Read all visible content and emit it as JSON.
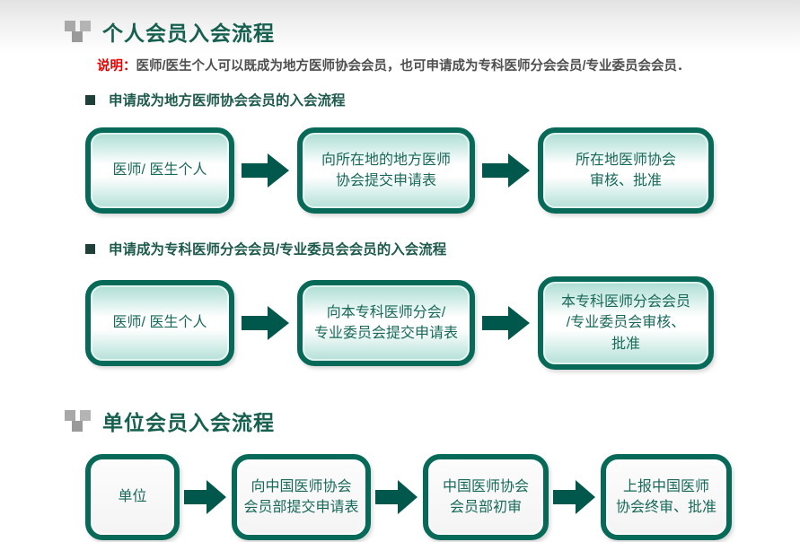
{
  "colors": {
    "title_green": "#16604F",
    "box_border": "#076A58",
    "box_text": "#17695A",
    "box_fill_teal": "#ABDDD3",
    "arrow": "#00584C",
    "note_red": "#E60000",
    "note_text": "#4F4F4F",
    "heading_text": "#1D5A4C"
  },
  "sections": [
    {
      "title": "个人会员入会流程",
      "icon": "squares-icon",
      "note_label": "说明：",
      "note_text": "医师/医生个人可以既成为地方医师协会会员，也可申请成为专科医师分会会员/专业委员会会员．",
      "flows": [
        {
          "heading": "申请成为地方医师协会会员的入会流程",
          "steps": [
            {
              "label": "医师/ 医生个人"
            },
            {
              "label": "向所在地的地方医师\n协会提交申请表"
            },
            {
              "label": "所在地医师协会\n审核、批准"
            }
          ]
        },
        {
          "heading": "申请成为专科医师分会会员/专业委员会会员的入会流程",
          "steps": [
            {
              "label": "医师/ 医生个人"
            },
            {
              "label": "向本专科医师分会/\n专业委员会提交申请表"
            },
            {
              "label": "本专科医师分会会员\n/专业委员会审核、\n批准"
            }
          ]
        }
      ]
    },
    {
      "title": "单位会员入会流程",
      "icon": "squares-icon",
      "flows": [
        {
          "steps": [
            {
              "label": "单位"
            },
            {
              "label": "向中国医师协会\n会员部提交申请表"
            },
            {
              "label": "中国医师协会\n会员部初审"
            },
            {
              "label": "上报中国医师\n协会终审、批准"
            }
          ]
        }
      ]
    }
  ]
}
